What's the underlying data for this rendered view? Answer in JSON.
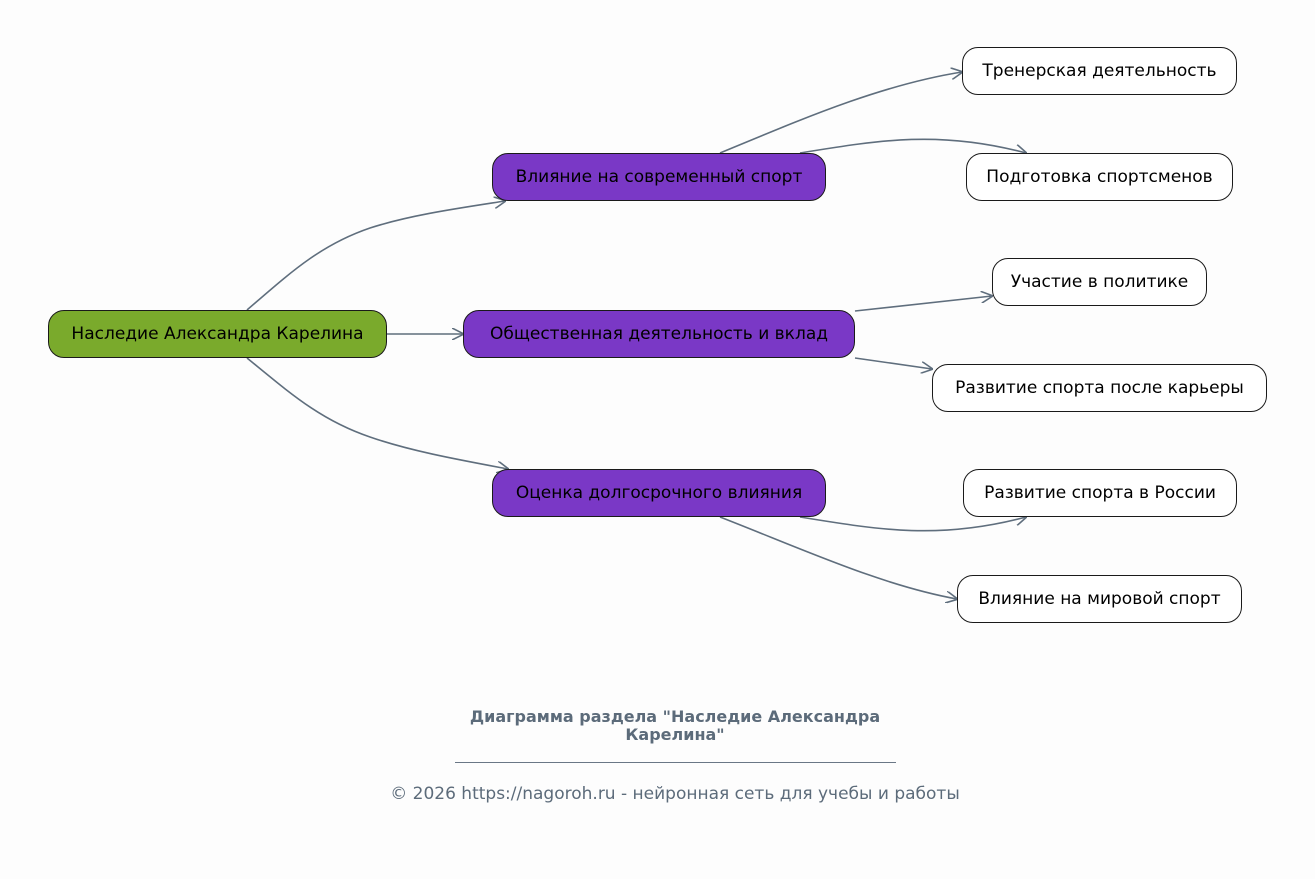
{
  "diagram": {
    "root": {
      "id": "root",
      "label": "Наследие Александра Карелина"
    },
    "branches": [
      {
        "id": "b1",
        "label": "Влияние на современный спорт",
        "children": [
          {
            "id": "b1c1",
            "label": "Тренерская деятельность"
          },
          {
            "id": "b1c2",
            "label": "Подготовка спортсменов"
          }
        ]
      },
      {
        "id": "b2",
        "label": "Общественная деятельность и вклад",
        "children": [
          {
            "id": "b2c1",
            "label": "Участие в политике"
          },
          {
            "id": "b2c2",
            "label": "Развитие спорта после карьеры"
          }
        ]
      },
      {
        "id": "b3",
        "label": "Оценка долгосрочного влияния",
        "children": [
          {
            "id": "b3c1",
            "label": "Развитие спорта в России"
          },
          {
            "id": "b3c2",
            "label": "Влияние на мировой спорт"
          }
        ]
      }
    ],
    "colors": {
      "root_fill": "#7aaa2c",
      "branch_fill": "#7a38c6",
      "leaf_fill": "#ffffff",
      "edge": "#5f6e7d",
      "border": "#1a1a1a"
    }
  },
  "caption": {
    "title": "Диаграмма раздела \"Наследие Александра Карелина\"",
    "footer": "© 2026 https://nagoroh.ru - нейронная сеть для учебы и работы"
  }
}
